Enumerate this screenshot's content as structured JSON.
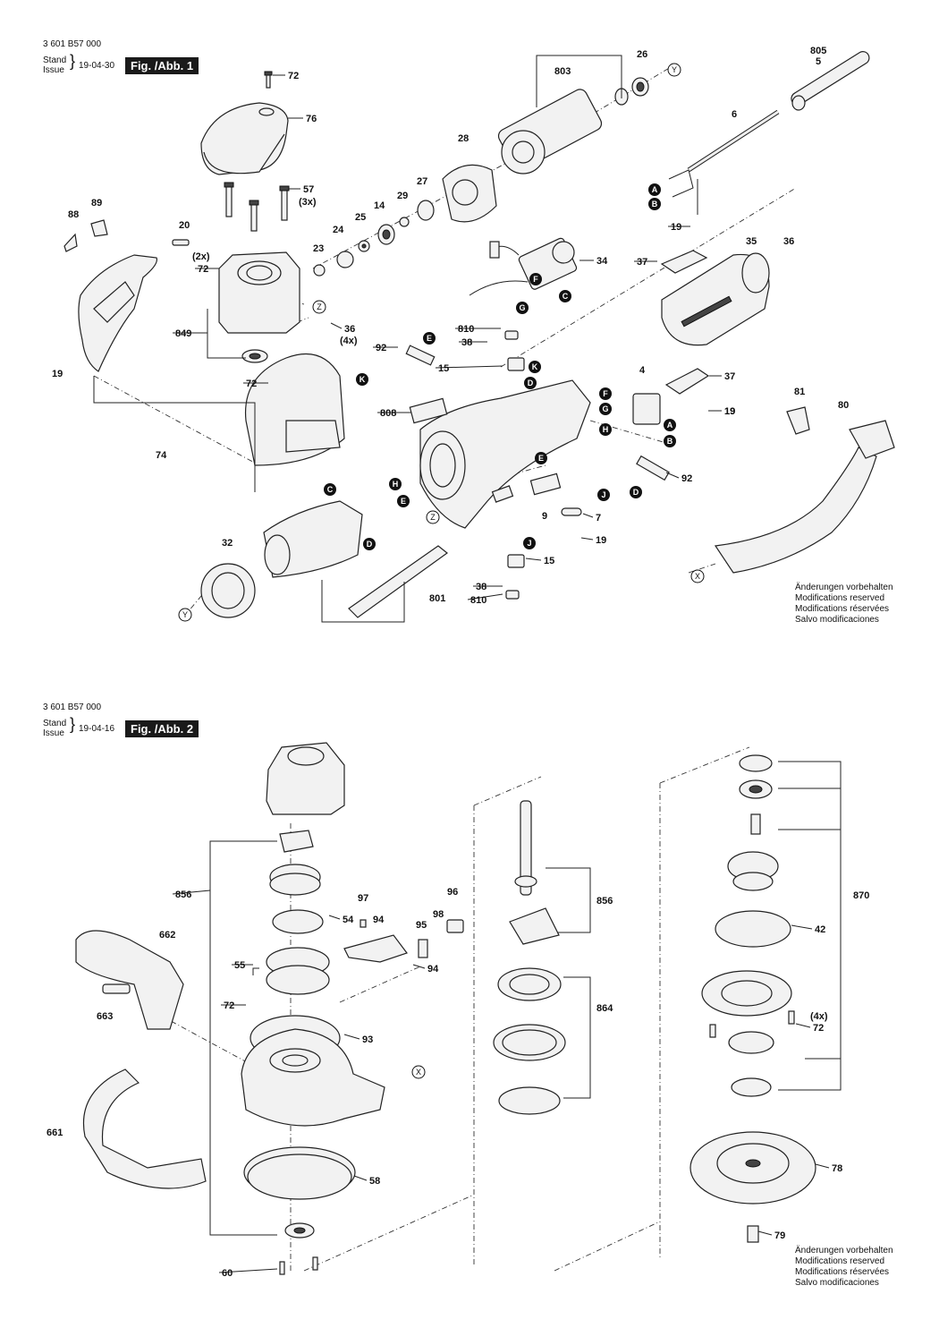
{
  "fig1": {
    "part_no": "3 601 B57 000",
    "stand": "Stand",
    "issue": "Issue",
    "date": "19-04-30",
    "fig_label": "Fig. /Abb. 1",
    "notice": [
      "Änderungen vorbehalten",
      "Modifications reserved",
      "Modifications réservées",
      "Salvo modificaciones"
    ],
    "callouts": [
      {
        "t": "72"
      },
      {
        "t": "76"
      },
      {
        "t": "57"
      },
      {
        "t": "(3x)"
      },
      {
        "t": "803"
      },
      {
        "t": "26"
      },
      {
        "t": "805"
      },
      {
        "t": "5"
      },
      {
        "t": "6"
      },
      {
        "t": "28"
      },
      {
        "t": "27"
      },
      {
        "t": "29"
      },
      {
        "t": "14"
      },
      {
        "t": "25"
      },
      {
        "t": "24"
      },
      {
        "t": "23"
      },
      {
        "t": "20"
      },
      {
        "t": "(2x)"
      },
      {
        "t": "72"
      },
      {
        "t": "88"
      },
      {
        "t": "89"
      },
      {
        "t": "19"
      },
      {
        "t": "849"
      },
      {
        "t": "36"
      },
      {
        "t": "(4x)"
      },
      {
        "t": "19"
      },
      {
        "t": "72"
      },
      {
        "t": "74"
      },
      {
        "t": "34"
      },
      {
        "t": "35"
      },
      {
        "t": "36"
      },
      {
        "t": "37"
      },
      {
        "t": "19"
      },
      {
        "t": "810"
      },
      {
        "t": "38"
      },
      {
        "t": "92"
      },
      {
        "t": "15"
      },
      {
        "t": "808"
      },
      {
        "t": "4"
      },
      {
        "t": "37"
      },
      {
        "t": "19"
      },
      {
        "t": "81"
      },
      {
        "t": "80"
      },
      {
        "t": "92"
      },
      {
        "t": "9"
      },
      {
        "t": "7"
      },
      {
        "t": "19"
      },
      {
        "t": "32"
      },
      {
        "t": "801"
      },
      {
        "t": "15"
      },
      {
        "t": "38"
      },
      {
        "t": "810"
      }
    ],
    "connectors": [
      "Y",
      "A",
      "B",
      "Z",
      "C",
      "F",
      "G",
      "E",
      "K",
      "K",
      "D",
      "F",
      "G",
      "H",
      "A",
      "B",
      "E",
      "C",
      "H",
      "E",
      "Z",
      "D",
      "J",
      "D",
      "J",
      "X",
      "Y"
    ]
  },
  "fig2": {
    "part_no": "3 601 B57 000",
    "stand": "Stand",
    "issue": "Issue",
    "date": "19-04-16",
    "fig_label": "Fig. /Abb. 2",
    "notice": [
      "Änderungen vorbehalten",
      "Modifications reserved",
      "Modifications réservées",
      "Salvo modificaciones"
    ],
    "callouts": [
      {
        "t": "856"
      },
      {
        "t": "97"
      },
      {
        "t": "96"
      },
      {
        "t": "54"
      },
      {
        "t": "94"
      },
      {
        "t": "98"
      },
      {
        "t": "95"
      },
      {
        "t": "662"
      },
      {
        "t": "55"
      },
      {
        "t": "94"
      },
      {
        "t": "663"
      },
      {
        "t": "72"
      },
      {
        "t": "93"
      },
      {
        "t": "661"
      },
      {
        "t": "58"
      },
      {
        "t": "60"
      },
      {
        "t": "856"
      },
      {
        "t": "864"
      },
      {
        "t": "870"
      },
      {
        "t": "42"
      },
      {
        "t": "(4x)"
      },
      {
        "t": "72"
      },
      {
        "t": "78"
      },
      {
        "t": "79"
      }
    ],
    "connectors": [
      "X"
    ]
  }
}
